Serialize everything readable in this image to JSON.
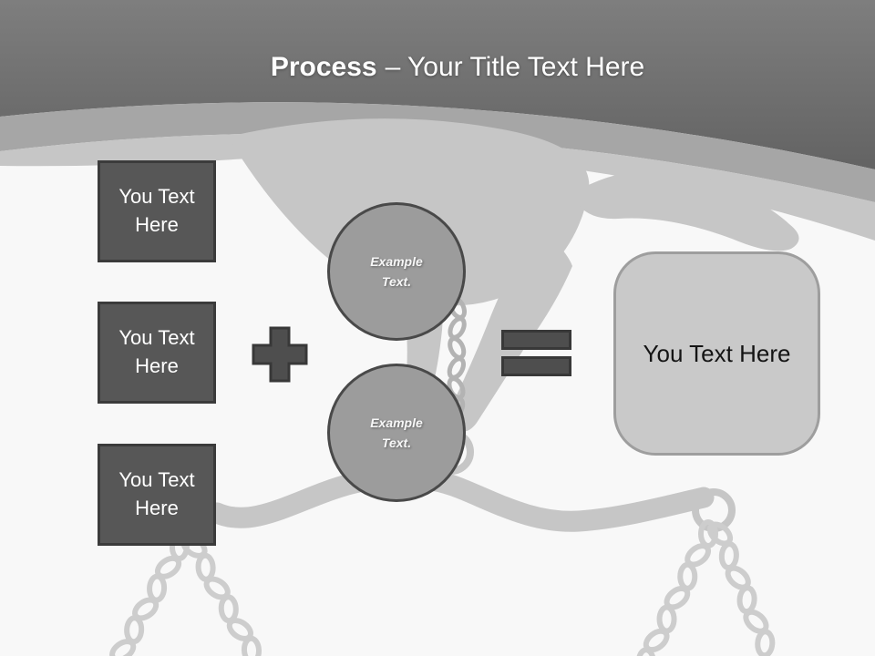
{
  "slide": {
    "title": {
      "keyword": "Process",
      "rest": "– Your Title Text Here"
    },
    "left_boxes": [
      {
        "label": "You Text Here"
      },
      {
        "label": "You Text Here"
      },
      {
        "label": "You Text Here"
      }
    ],
    "circles": [
      {
        "label": "Example Text."
      },
      {
        "label": "Example Text."
      }
    ],
    "result_box": {
      "label": "You Text Here"
    },
    "icons": {
      "plus": "plus-icon",
      "equals": "equals-icon",
      "background_art": "hand-holding-balance-scale-with-chains"
    },
    "colors": {
      "header_top": "#7e7e7e",
      "header_bottom": "#636363",
      "band_medium": "#a6a6a6",
      "silhouette_light": "#c6c6c6",
      "chain_light": "#cdcdcd",
      "chain_center": "#b3b3b3",
      "canvas_background": "#f8f8f8",
      "dark_shape_fill": "#575757",
      "dark_shape_border": "#3b3b3b",
      "operator_fill": "#4e4e4e",
      "operator_border": "#383838",
      "circle_fill": "#9c9c9c",
      "circle_border": "#494949",
      "result_fill": "#c9c9c9",
      "result_border": "#9e9e9e",
      "title_text": "#ffffff",
      "result_text": "#141414"
    }
  }
}
